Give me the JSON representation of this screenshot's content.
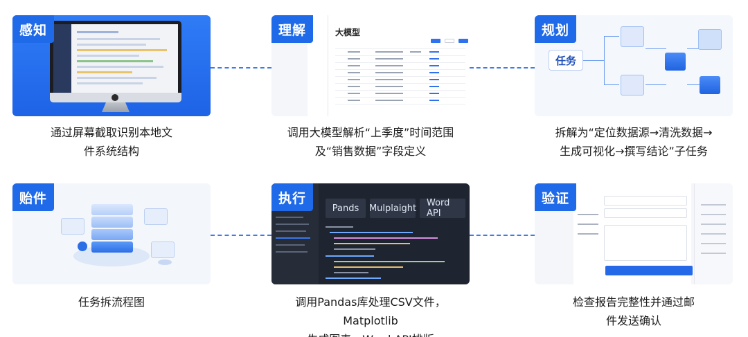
{
  "steps": [
    {
      "tag": "感知",
      "caption_lines": [
        "通过屏幕截取识别本地文",
        "件系统结构"
      ]
    },
    {
      "tag": "理解",
      "panel_title": "大模型",
      "caption_lines": [
        "调用大模型解析“上季度”时间范围",
        "及“销售数据”字段定义"
      ]
    },
    {
      "tag": "规划",
      "node_label": "任务",
      "caption_lines": [
        "拆解为“定位数据源→清洗数据→",
        "生成可视化→撰写结论”子任务"
      ]
    },
    {
      "tag": "贻件",
      "caption_lines": [
        "任务拆流程图"
      ]
    },
    {
      "tag": "执行",
      "tool_tabs": [
        "Pands",
        "Mulplaight",
        "Word API"
      ],
      "caption_lines": [
        "调用Pandas库处理CSV文件，Matplotlib",
        "生成图表，Word API排版"
      ]
    },
    {
      "tag": "验证",
      "caption_lines": [
        "检查报告完整性并通过邮",
        "件发送确认"
      ]
    }
  ],
  "colors": {
    "accent": "#1f6ae8",
    "connector": "#3d7be8",
    "code_bg": "#1f2530"
  }
}
